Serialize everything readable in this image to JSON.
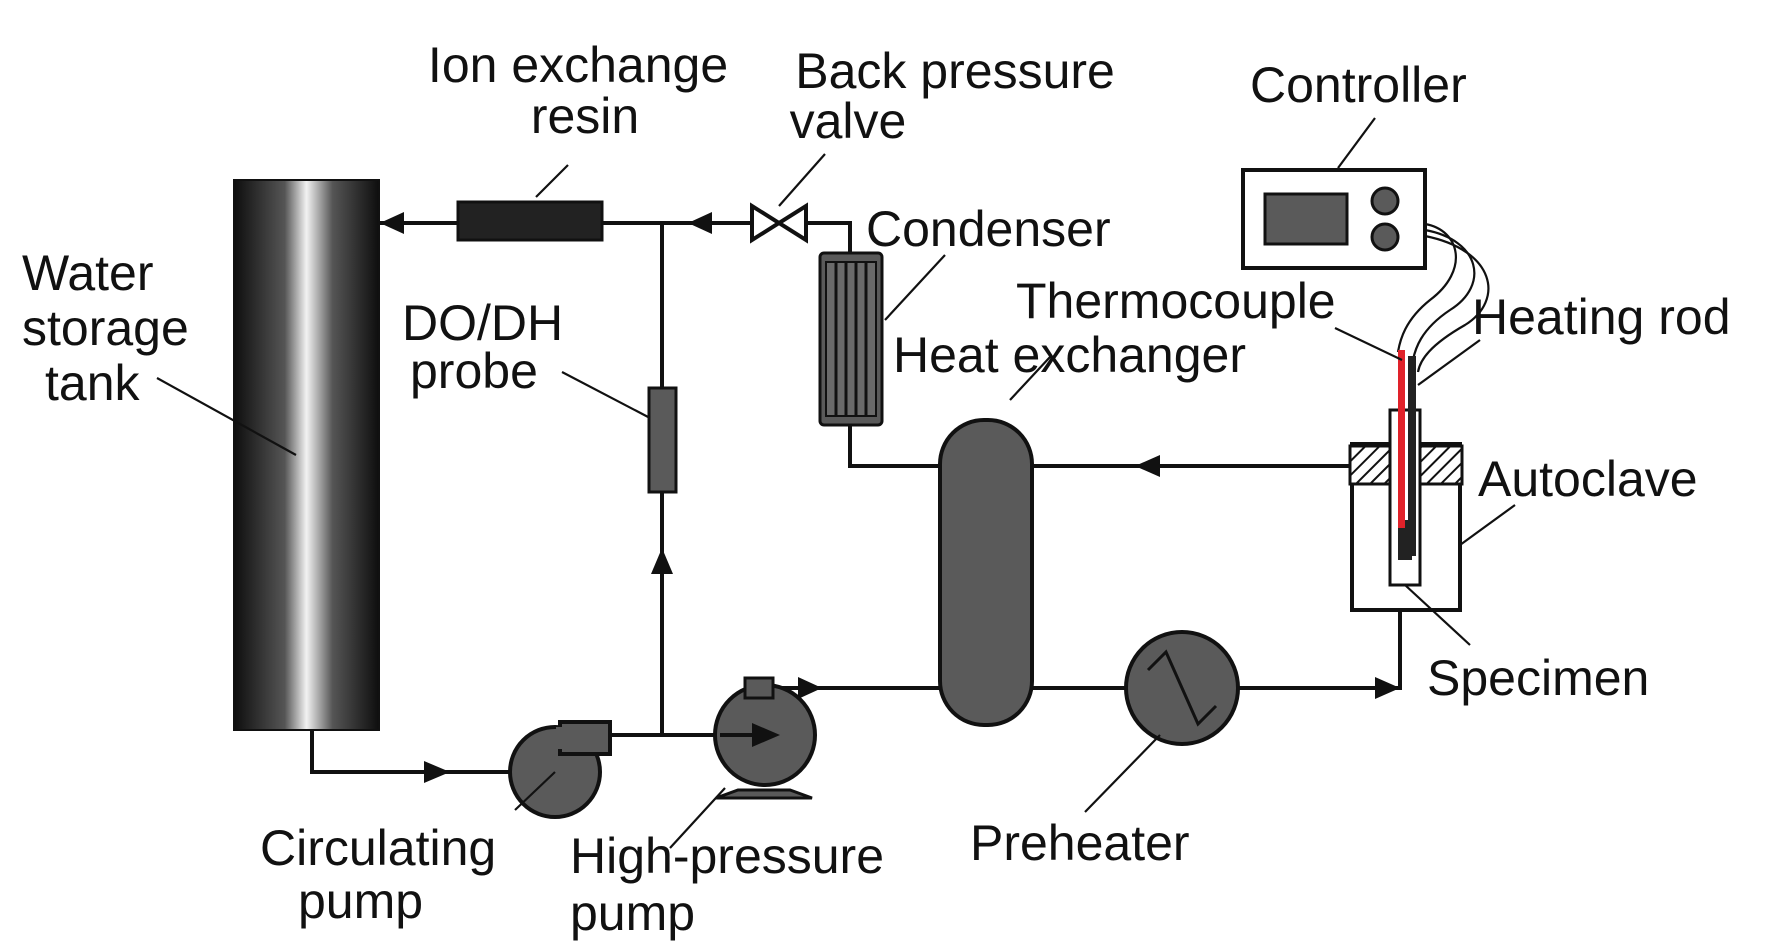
{
  "labels": {
    "water_storage_tank": [
      "Water",
      "storage",
      "tank"
    ],
    "ion_exchange_resin": [
      "Ion exchange",
      "resin"
    ],
    "back_pressure_valve": [
      "Back pressure",
      "valve"
    ],
    "controller": [
      "Controller"
    ],
    "condenser": [
      "Condenser"
    ],
    "thermocouple": [
      "Thermocouple"
    ],
    "heating_rod": [
      "Heating rod"
    ],
    "do_dh_probe": [
      "DO/DH",
      "probe"
    ],
    "heat_exchanger": [
      "Heat exchanger"
    ],
    "autoclave": [
      "Autoclave"
    ],
    "specimen": [
      "Specimen"
    ],
    "circulating_pump": [
      "Circulating",
      "pump"
    ],
    "high_pressure_pump": [
      "High-pressure",
      "pump"
    ],
    "preheater": [
      "Preheater"
    ]
  },
  "colors": {
    "line": "#111111",
    "component_fill": "#5a5a5a",
    "resin_fill": "#222222",
    "thermocouple": "#e0222a",
    "tank_dark": "#1a1a1a",
    "tank_light": "#f2f2f2"
  }
}
